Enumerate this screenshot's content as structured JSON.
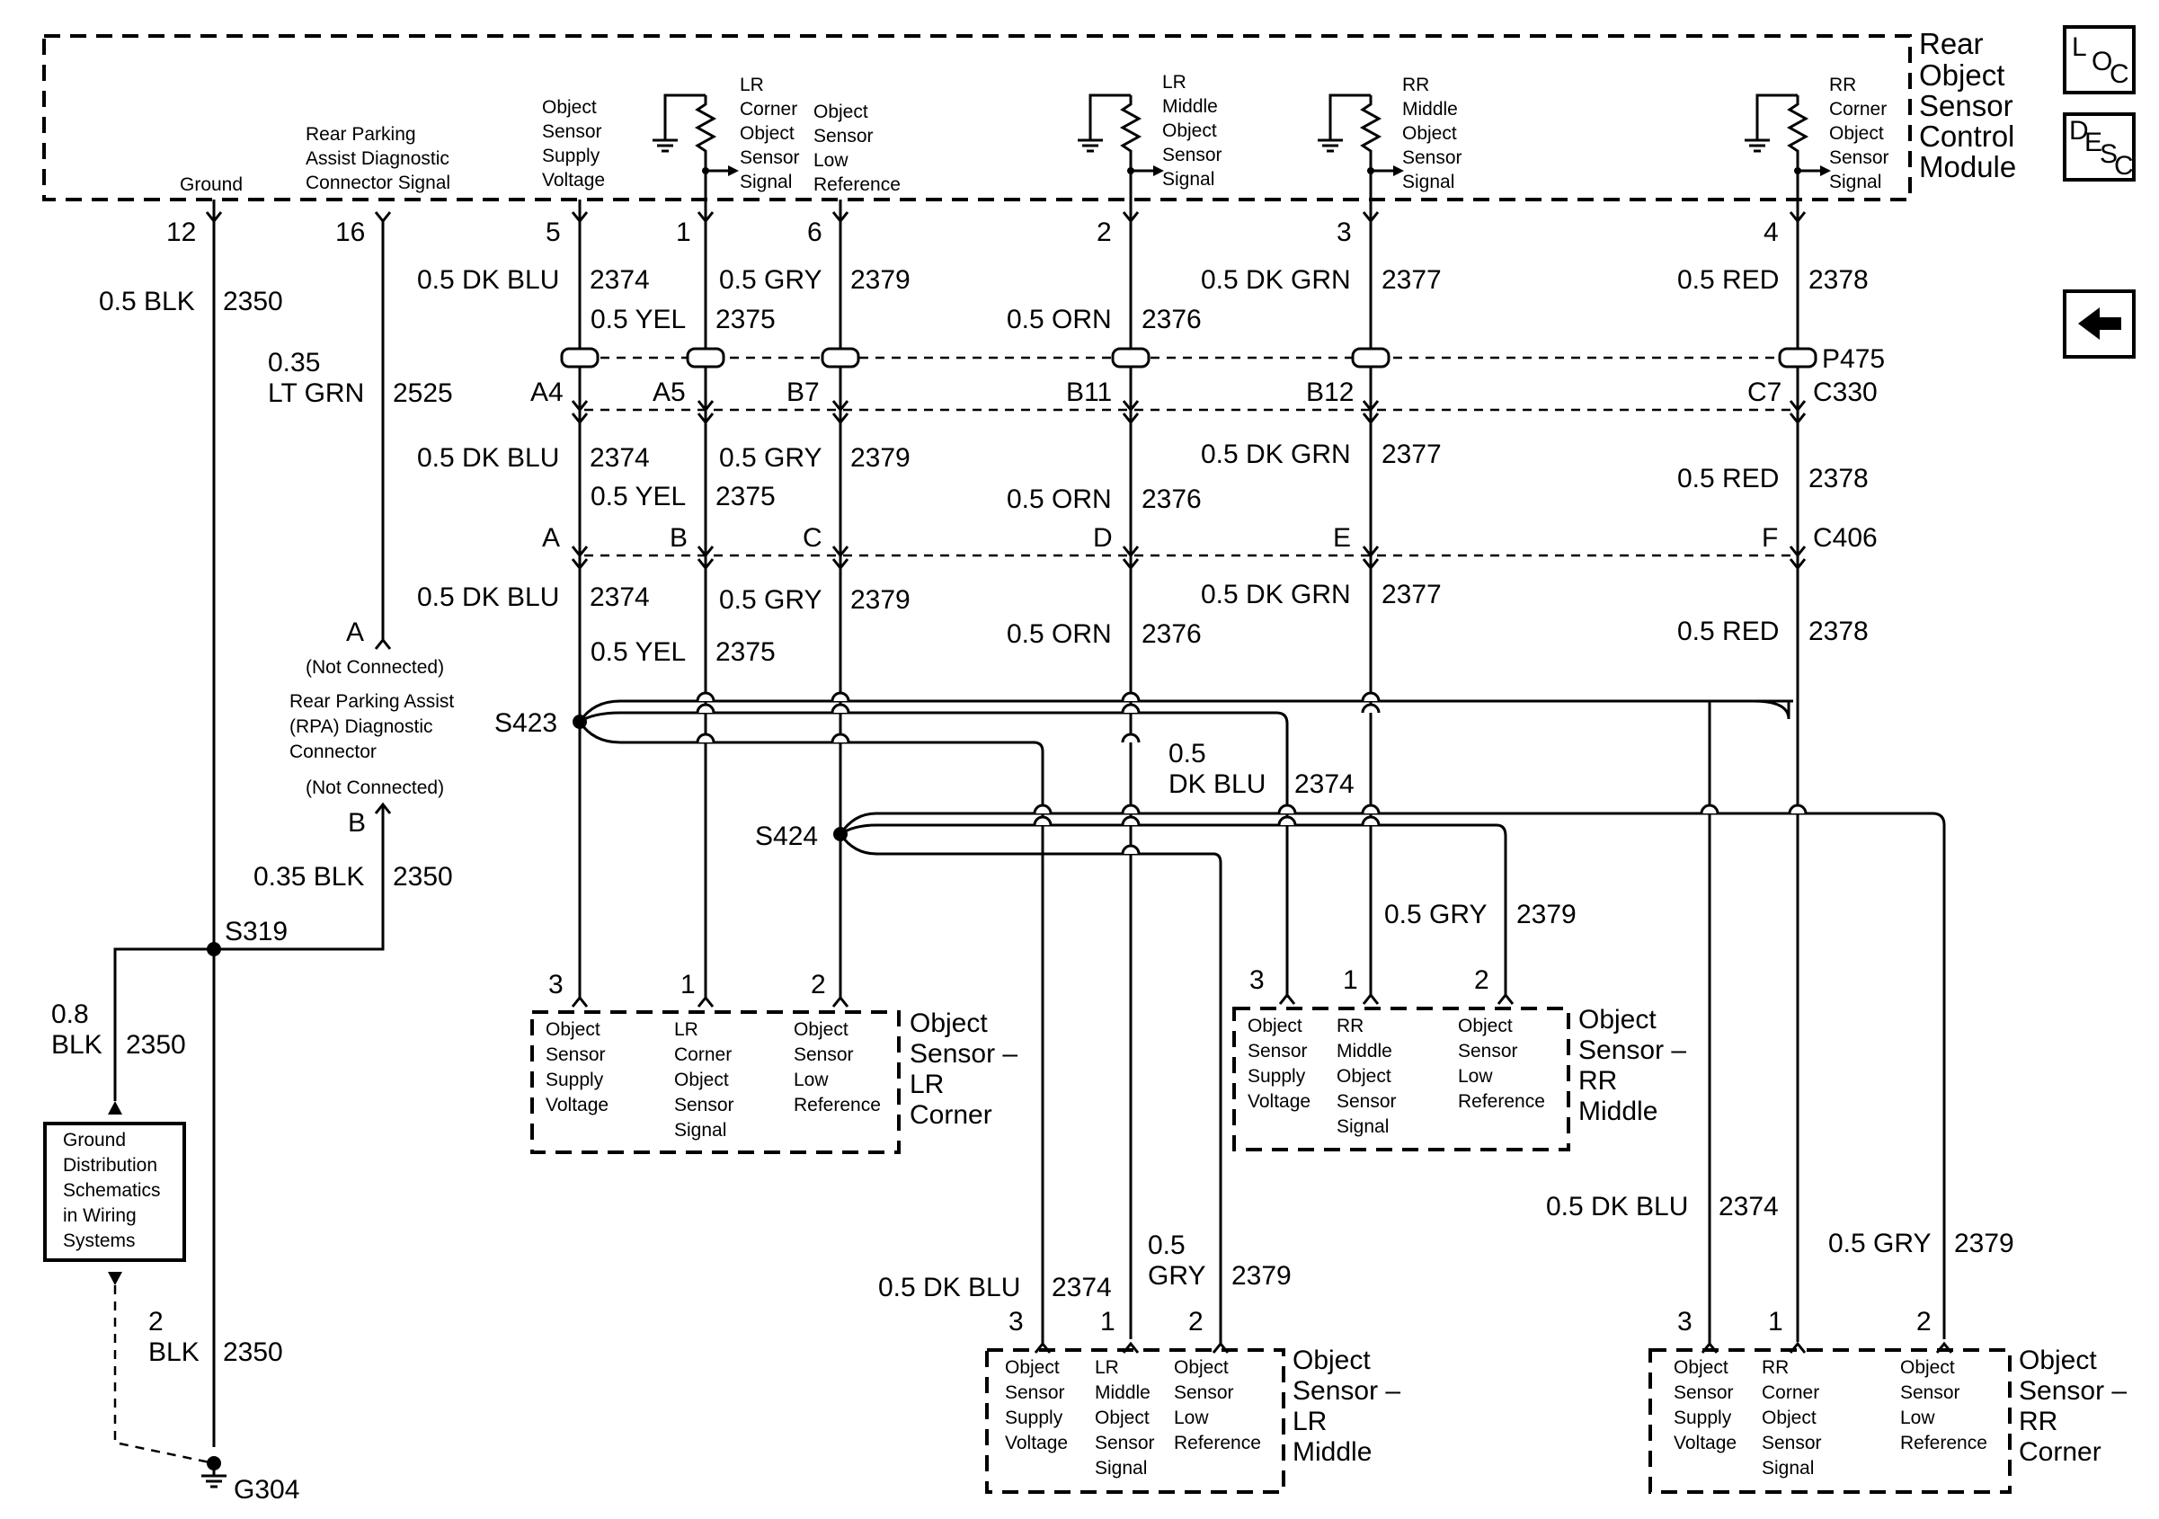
{
  "module": {
    "title_lines": [
      "Rear",
      "Object",
      "Sensor",
      "Control",
      "Module"
    ],
    "labels": {
      "ground": "Ground",
      "rpa_diag": [
        "Rear Parking",
        "Assist Diagnostic",
        "Connector Signal"
      ],
      "supply": [
        "Object",
        "Sensor",
        "Supply",
        "Voltage"
      ],
      "lr_corner": [
        "LR",
        "Corner",
        "Object",
        "Sensor",
        "Signal"
      ],
      "low_ref": [
        "Object",
        "Sensor",
        "Low",
        "Reference"
      ],
      "lr_middle": [
        "LR",
        "Middle",
        "Object",
        "Sensor",
        "Signal"
      ],
      "rr_middle": [
        "RR",
        "Middle",
        "Object",
        "Sensor",
        "Signal"
      ],
      "rr_corner": [
        "RR",
        "Corner",
        "Object",
        "Sensor",
        "Signal"
      ]
    },
    "pins": [
      "12",
      "16",
      "5",
      "1",
      "6",
      "2",
      "3",
      "4"
    ]
  },
  "side_icons": {
    "loc": [
      "L",
      "O",
      "C"
    ],
    "desc": [
      "D",
      "E",
      "S",
      "C"
    ],
    "back": "back-arrow-icon"
  },
  "wires": {
    "w2350_top": [
      "0.5 BLK",
      "2350"
    ],
    "w2525": [
      "0.35",
      "LT GRN",
      "2525"
    ],
    "w2350_b": [
      "0.35 BLK",
      "2350"
    ],
    "w2350_c": [
      "0.8",
      "BLK",
      "2350"
    ],
    "w2350_d": [
      "2",
      "BLK",
      "2350"
    ],
    "r1": {
      "dkblu": [
        "0.5 DK BLU",
        "2374"
      ],
      "yel": [
        "0.5 YEL",
        "2375"
      ],
      "gry": [
        "0.5 GRY",
        "2379"
      ],
      "orn": [
        "0.5 ORN",
        "2376"
      ],
      "dkgrn": [
        "0.5 DK GRN",
        "2377"
      ],
      "red": [
        "0.5 RED",
        "2378"
      ]
    },
    "r2": {
      "dkblu": [
        "0.5 DK BLU",
        "2374"
      ],
      "yel": [
        "0.5 YEL",
        "2375"
      ],
      "gry": [
        "0.5 GRY",
        "2379"
      ],
      "orn": [
        "0.5 ORN",
        "2376"
      ],
      "dkgrn": [
        "0.5 DK GRN",
        "2377"
      ],
      "red": [
        "0.5 RED",
        "2378"
      ]
    },
    "r3": {
      "dkblu": [
        "0.5 DK BLU",
        "2374"
      ],
      "yel": [
        "0.5 YEL",
        "2375"
      ],
      "gry": [
        "0.5 GRY",
        "2379"
      ],
      "orn": [
        "0.5 ORN",
        "2376"
      ],
      "dkgrn": [
        "0.5 DK GRN",
        "2377"
      ],
      "red": [
        "0.5 RED",
        "2378"
      ]
    },
    "bus_dkblu": [
      "0.5",
      "DK BLU",
      "2374"
    ],
    "rrm_gry": [
      "0.5 GRY",
      "2379"
    ],
    "lrm_dkblu": [
      "0.5 DK BLU",
      "2374"
    ],
    "lrm_gry": [
      "0.5",
      "GRY",
      "2379"
    ],
    "rrc_dkblu": [
      "0.5 DK BLU",
      "2374"
    ],
    "rrc_gry": [
      "0.5 GRY",
      "2379"
    ]
  },
  "connectors": {
    "p475": "P475",
    "c330_pins": [
      "A4",
      "A5",
      "B7",
      "B11",
      "B12",
      "C7"
    ],
    "c330": "C330",
    "c406_pins": [
      "A",
      "B",
      "C",
      "D",
      "E",
      "F"
    ],
    "c406": "C406"
  },
  "splices": {
    "s423": "S423",
    "s424": "S424",
    "s319": "S319"
  },
  "ground": {
    "g304": "G304"
  },
  "rpa_connector": {
    "pin_a": "A",
    "pin_b": "B",
    "not_connected": "(Not Connected)",
    "name": [
      "Rear Parking Assist",
      "(RPA) Diagnostic",
      "Connector"
    ]
  },
  "ground_dist_box": [
    "Ground",
    "Distribution",
    "Schematics",
    "in Wiring",
    "Systems"
  ],
  "sensors": {
    "lr_corner": {
      "pins": [
        "3",
        "1",
        "2"
      ],
      "name": [
        "Object",
        "Sensor –",
        "LR",
        "Corner"
      ],
      "c1": [
        "Object",
        "Sensor",
        "Supply",
        "Voltage"
      ],
      "c2": [
        "LR",
        "Corner",
        "Object",
        "Sensor",
        "Signal"
      ],
      "c3": [
        "Object",
        "Sensor",
        "Low",
        "Reference"
      ]
    },
    "rr_middle": {
      "pins": [
        "3",
        "1",
        "2"
      ],
      "name": [
        "Object",
        "Sensor –",
        "RR",
        "Middle"
      ],
      "c1": [
        "Object",
        "Sensor",
        "Supply",
        "Voltage"
      ],
      "c2": [
        "RR",
        "Middle",
        "Object",
        "Sensor",
        "Signal"
      ],
      "c3": [
        "Object",
        "Sensor",
        "Low",
        "Reference"
      ]
    },
    "lr_middle": {
      "pins": [
        "3",
        "1",
        "2"
      ],
      "name": [
        "Object",
        "Sensor –",
        "LR",
        "Middle"
      ],
      "c1": [
        "Object",
        "Sensor",
        "Supply",
        "Voltage"
      ],
      "c2": [
        "LR",
        "Middle",
        "Object",
        "Sensor",
        "Signal"
      ],
      "c3": [
        "Object",
        "Sensor",
        "Low",
        "Reference"
      ]
    },
    "rr_corner": {
      "pins": [
        "3",
        "1",
        "2"
      ],
      "name": [
        "Object",
        "Sensor –",
        "RR",
        "Corner"
      ],
      "c1": [
        "Object",
        "Sensor",
        "Supply",
        "Voltage"
      ],
      "c2": [
        "RR",
        "Corner",
        "Object",
        "Sensor",
        "Signal"
      ],
      "c3": [
        "Object",
        "Sensor",
        "Low",
        "Reference"
      ]
    }
  }
}
